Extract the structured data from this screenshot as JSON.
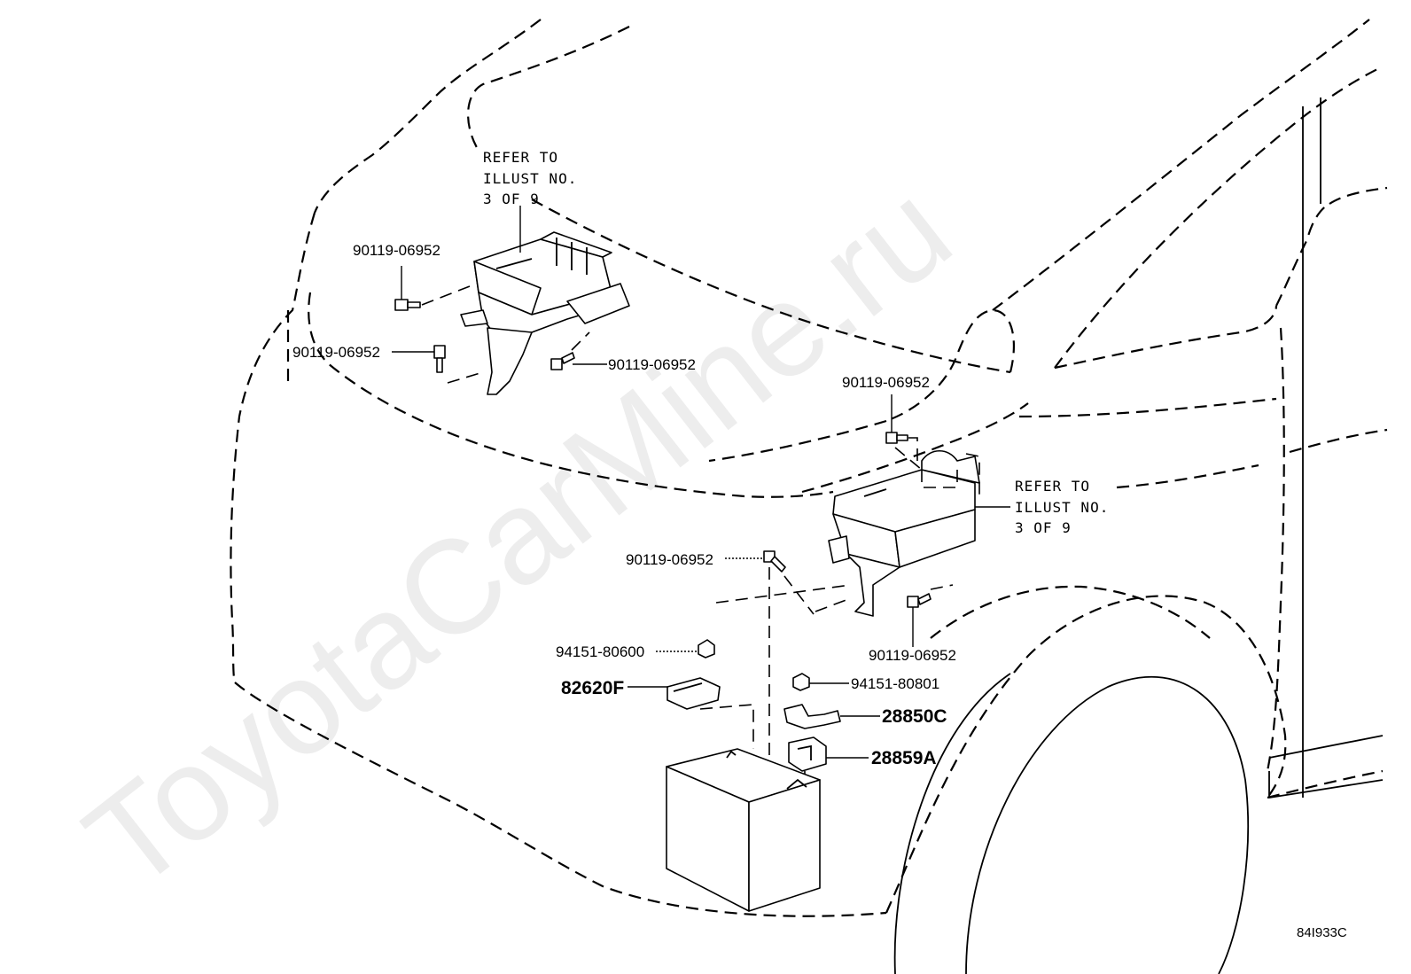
{
  "watermark": "ToyotaCarMine.ru",
  "illustration_code": "84I933C",
  "refer_notes": [
    {
      "lines": [
        "REFER TO",
        "ILLUST NO.",
        "3 OF 9"
      ]
    },
    {
      "lines": [
        "REFER TO",
        "ILLUST NO.",
        "3 OF 9"
      ]
    }
  ],
  "callouts": {
    "upper_bolt_1": "90119-06952",
    "upper_bolt_2": "90119-06952",
    "upper_bolt_3": "90119-06952",
    "lower_bolt_top": "90119-06952",
    "lower_bolt_left": "90119-06952",
    "lower_bolt_right": "90119-06952",
    "nut_1": "94151-80600",
    "nut_2": "94151-80801",
    "part_82620F": "82620F",
    "part_28850C": "28850C",
    "part_28859A": "28859A"
  }
}
